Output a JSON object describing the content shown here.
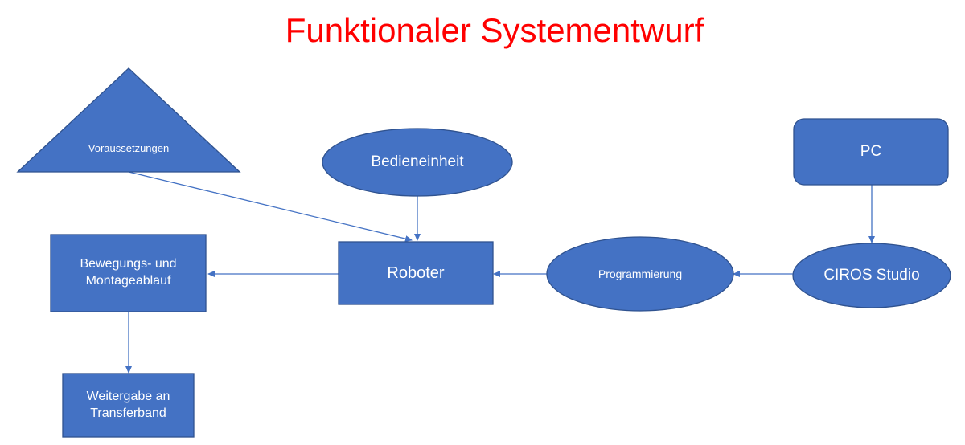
{
  "title": "Funktionaler Systementwurf",
  "colors": {
    "title": "#ff0000",
    "node_fill": "#4472c4",
    "node_stroke": "#2f528f",
    "connector": "#4472c4",
    "node_text": "#ffffff"
  },
  "nodes": {
    "voraussetzungen": {
      "label": "Voraussetzungen",
      "shape": "triangle"
    },
    "bedieneinheit": {
      "label": "Bedieneinheit",
      "shape": "ellipse"
    },
    "pc": {
      "label": "PC",
      "shape": "rounded-rectangle"
    },
    "roboter": {
      "label": "Roboter",
      "shape": "rectangle"
    },
    "programmierung": {
      "label": "Programmierung",
      "shape": "ellipse"
    },
    "ciros_studio": {
      "label": "CIROS Studio",
      "shape": "ellipse"
    },
    "bewegungsablauf": {
      "label": "Bewegungs- und Montageablauf",
      "shape": "rectangle"
    },
    "weitergabe": {
      "label": "Weitergabe an Transferband",
      "shape": "rectangle"
    }
  },
  "edges": [
    {
      "from": "voraussetzungen",
      "to": "roboter"
    },
    {
      "from": "bedieneinheit",
      "to": "roboter"
    },
    {
      "from": "pc",
      "to": "ciros_studio"
    },
    {
      "from": "ciros_studio",
      "to": "programmierung"
    },
    {
      "from": "programmierung",
      "to": "roboter"
    },
    {
      "from": "roboter",
      "to": "bewegungsablauf"
    },
    {
      "from": "bewegungsablauf",
      "to": "weitergabe"
    }
  ]
}
